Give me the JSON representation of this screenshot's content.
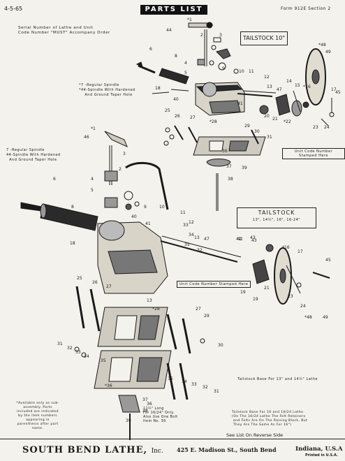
{
  "header": {
    "date": "4-5-65",
    "title": "PARTS LIST",
    "form": "Form 912E   Section 2"
  },
  "serial_note": "Serial Number of Lathe and Unit\nCode Number \"MUST\" Accompany Order",
  "box_top": "TAILSTOCK 10\"",
  "box_bottom": {
    "title": "TAILSTOCK",
    "sizes": "13\",  14½\",  16\",  16-24\""
  },
  "spindle_note_top": "*7 -Regular Spindle\n*44-Spindle With Hardened\n    And Ground Taper Hole",
  "spindle_note_bottom": "7 -Regular Spindle\n44-Spindle With Hardened\n  And Ground Taper Hole",
  "unit_code_top": "Unit Code Number\nStamped Here",
  "unit_code_mid": "Unit Code Number\nStamped Here",
  "base_note_1": "Tailstock Base For 13\" and 14½\" Lathe",
  "base_note_2": "Tailstock Base For 16 and 16/24 Lathe\n(On The 16/24 Lathe The Felt Retainers\n and Felts Are On The Raising Block, But\n They Are The Same As For 16\")",
  "available_note": "*Available only as sub-assembly. Parts included are indicated by the item numbers appearing in parenthesis after part name.",
  "bolt_note": "11½\" Long\nFor 16/24\" Only.\nAlso Use One Bolt\nItem No. 38.",
  "reverse_note": "See List On Reverse Side",
  "footer": {
    "company": "SOUTH BEND LATHE,",
    "inc": "Inc.",
    "address": "425 E. Madison St., South Bend",
    "city": "Indiana, U.S.A",
    "printed": "Printed in U.S.A."
  },
  "part_numbers_top": [
    "*1",
    "44",
    "2",
    "3",
    "6",
    "8",
    "4",
    "5",
    "9",
    "10",
    "11",
    "12",
    "13",
    "47",
    "14",
    "15",
    "*16",
    "17",
    "18",
    "40",
    "41",
    "25",
    "26",
    "27",
    "*28",
    "29",
    "30",
    "31",
    "36",
    "37",
    "38",
    "39",
    "*48",
    "49",
    "45",
    "20",
    "21",
    "*22",
    "23",
    "24",
    "42",
    "43",
    "33",
    "34",
    "35",
    "32",
    "19"
  ],
  "part_numbers_bottom": [
    "*1",
    "46",
    "3",
    "2",
    "4",
    "5",
    "6",
    "8",
    "9",
    "10",
    "11",
    "12",
    "13",
    "40",
    "41",
    "18",
    "42",
    "43",
    "*16",
    "17",
    "45",
    "47",
    "19",
    "21",
    "*48",
    "49",
    "23",
    "24",
    "25",
    "26",
    "27",
    "13",
    "*28",
    "29",
    "31",
    "32",
    "33",
    "34",
    "35",
    "30",
    "27",
    "36",
    "35",
    "34",
    "33",
    "32",
    "31",
    "37",
    "38",
    "39",
    "*36"
  ],
  "colors": {
    "ink": "#1a1a1a",
    "paper": "#f4f2ec"
  }
}
